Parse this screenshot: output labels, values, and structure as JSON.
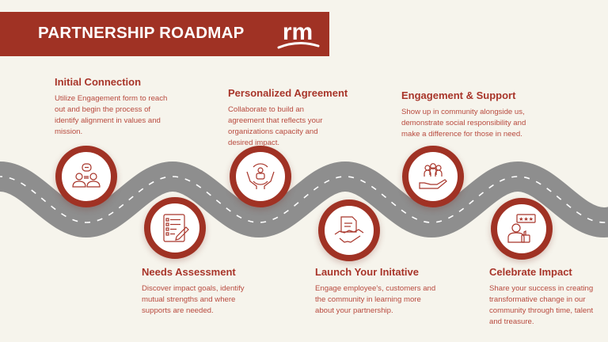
{
  "header": {
    "title": "PARTNERSHIP ROADMAP",
    "logo_text": "rm"
  },
  "colors": {
    "brand": "#a03224",
    "background": "#f6f4ec",
    "road": "#8e8e8e",
    "text": "#b84a3e"
  },
  "steps": [
    {
      "title": "Initial Connection",
      "body": "Utilize Engagement form to reach out and begin the process of identify alignment in values and mission.",
      "icon": "conversation-icon"
    },
    {
      "title": "Needs Assessment",
      "body": "Discover impact goals, identify mutual strengths and where supports are needed.",
      "icon": "checklist-icon"
    },
    {
      "title": "Personalized Agreement",
      "body": "Collaborate to build an agreement that reflects your organizations capacity and desired impact.",
      "icon": "hands-person-icon"
    },
    {
      "title": "Launch Your Initative",
      "body": "Engage employee's, customers and the community in learning more about your partnership.",
      "icon": "handshake-icon"
    },
    {
      "title": "Engagement & Support",
      "body": "Show up in community alongside us, demonstrate social responsibility and make a difference for those in need.",
      "icon": "hand-group-icon"
    },
    {
      "title": "Celebrate Impact",
      "body": "Share your success in creating transformative change in our community through time, talent and treasure.",
      "icon": "rating-icon"
    }
  ]
}
